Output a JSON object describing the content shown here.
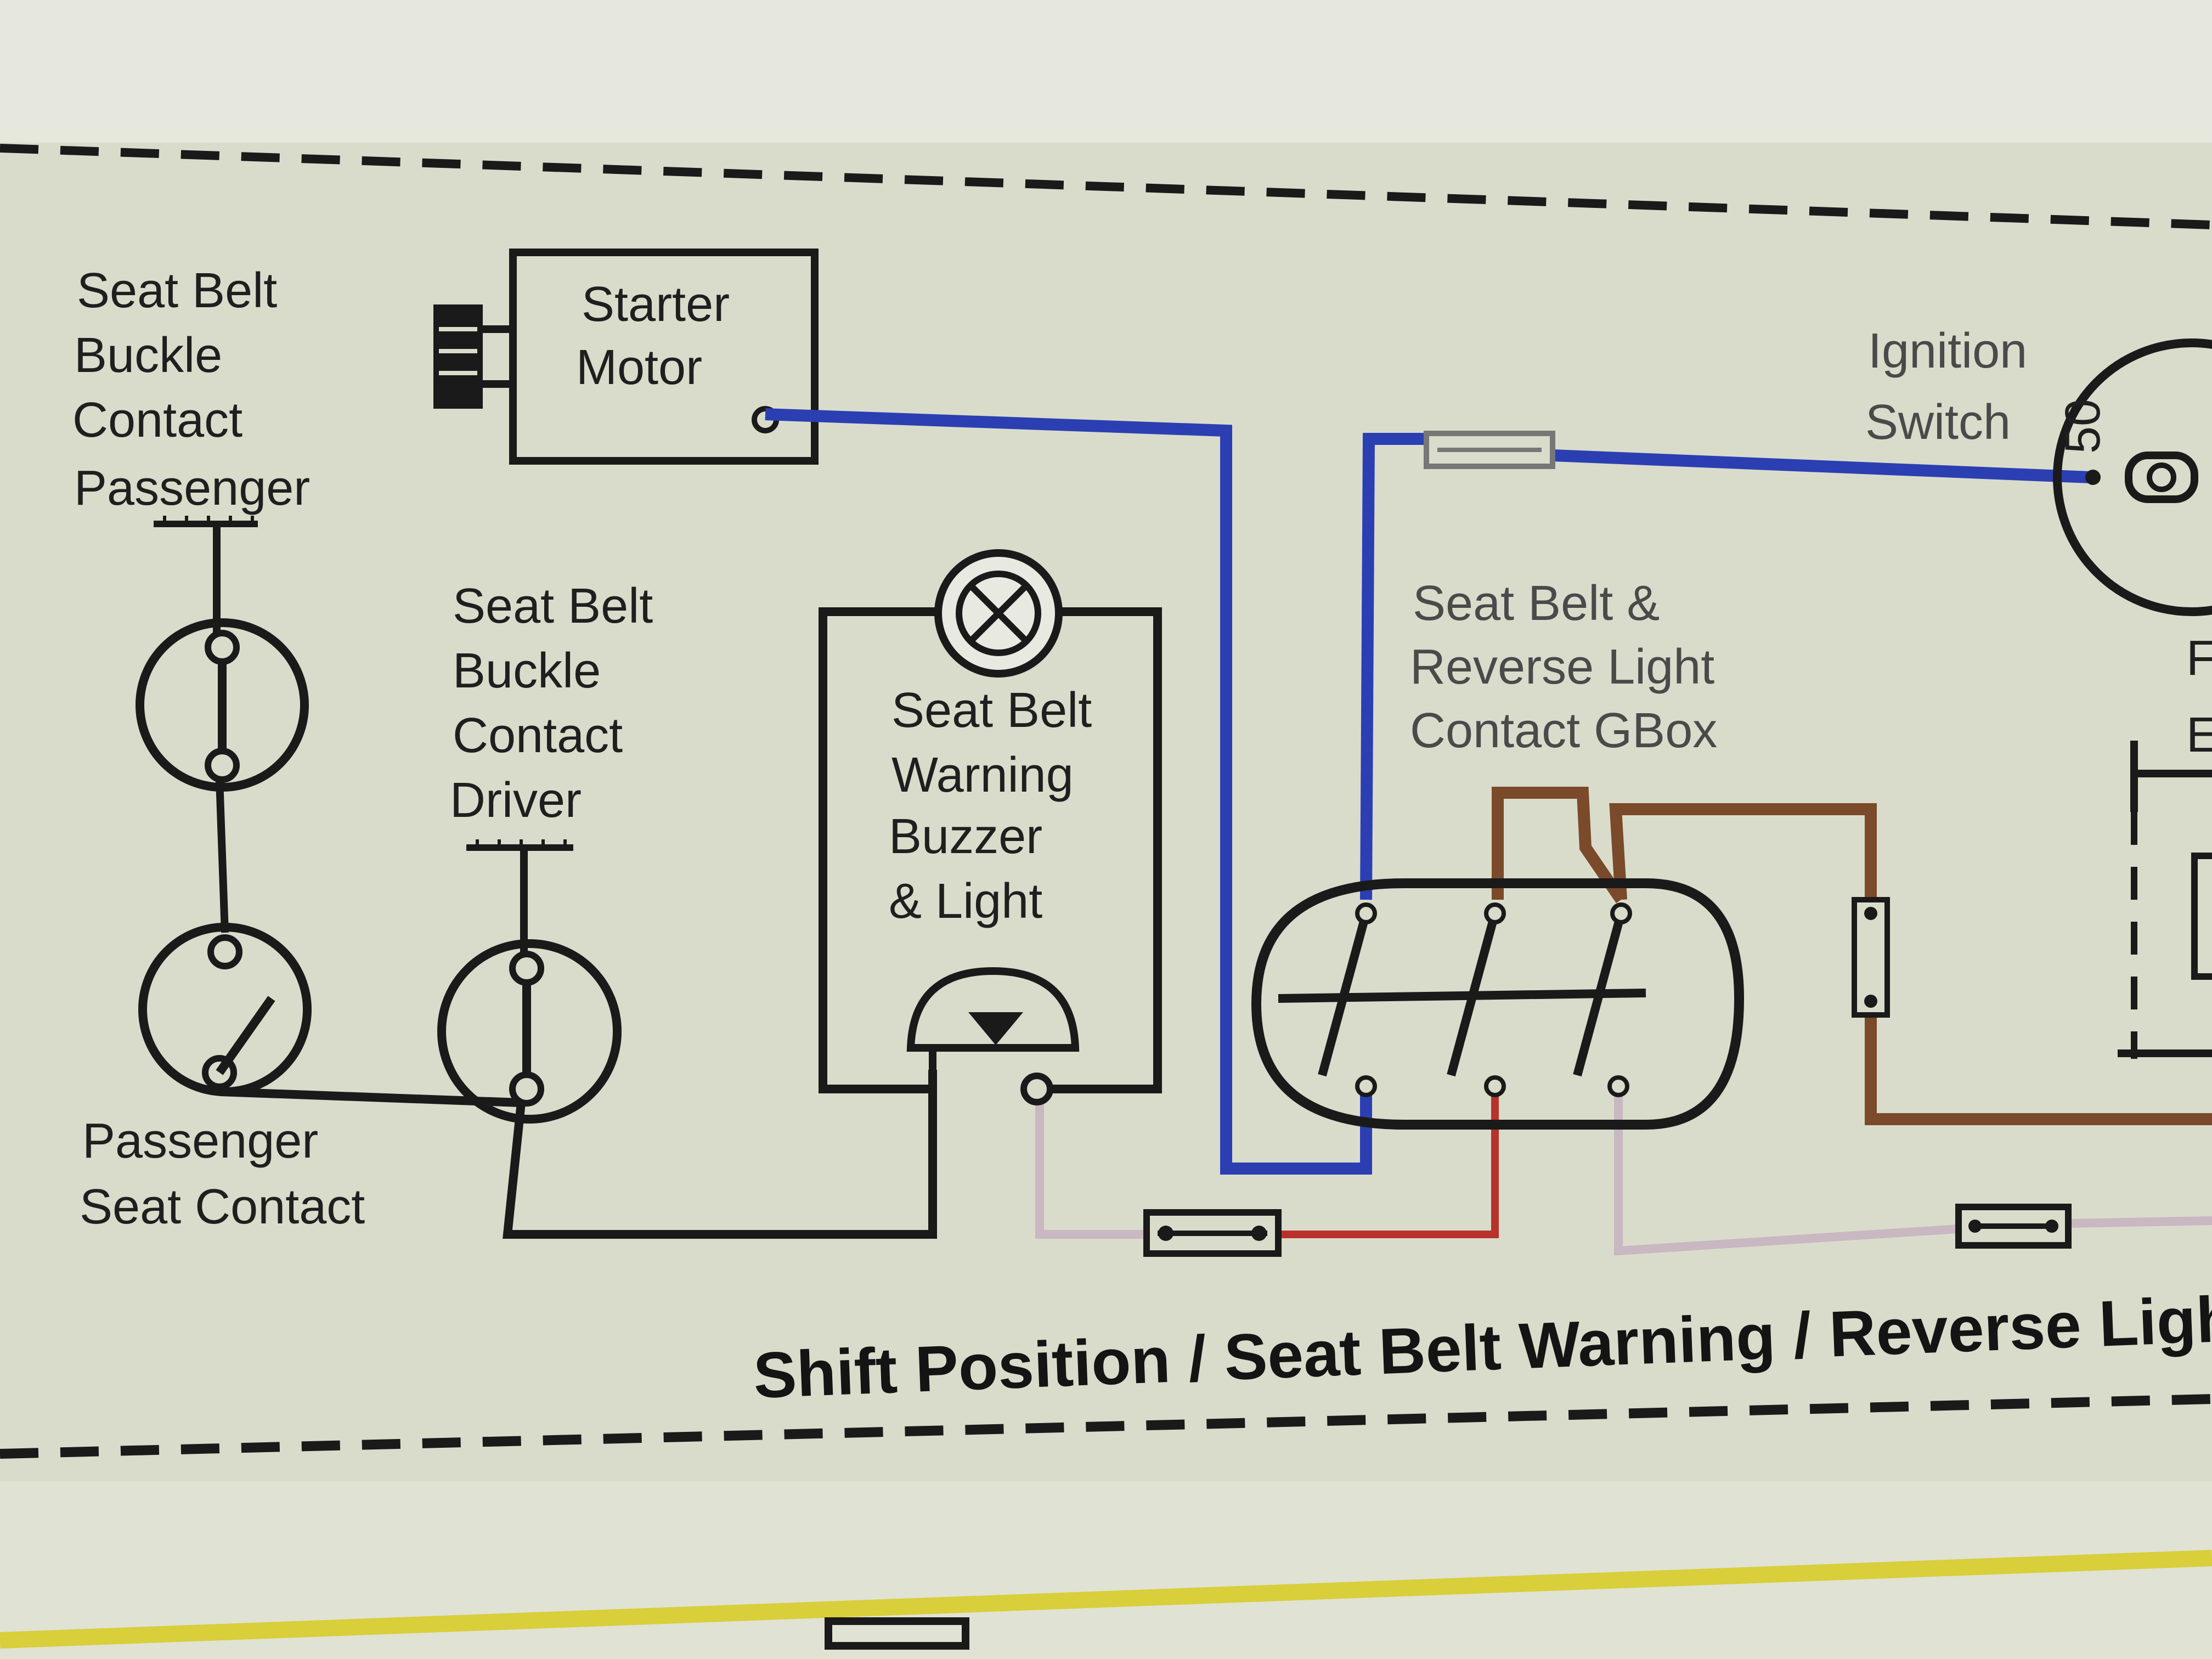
{
  "labels": {
    "passenger_buckle": [
      "Seat Belt",
      "Buckle",
      "Contact",
      "Passenger"
    ],
    "driver_buckle": [
      "Seat Belt",
      "Buckle",
      "Contact",
      "Driver"
    ],
    "starter_motor": [
      "Starter",
      "Motor"
    ],
    "buzzer": [
      "Seat Belt",
      "Warning",
      "Buzzer",
      "& Light"
    ],
    "ignition": [
      "Ignition",
      "Switch"
    ],
    "gbox_contact": [
      "Seat Belt &",
      "Reverse Light",
      "Contact GBox"
    ],
    "passenger_seat": [
      "Passenger",
      "Seat Contact"
    ],
    "ignition_terminal": "50",
    "edge_letters": [
      "F",
      "E"
    ]
  },
  "title": "Shift Position / Seat Belt Warning / Reverse Light -",
  "colors": {
    "paper": "#d9dccb",
    "ink": "#1a1a1a",
    "wire_blue": "#2b3fb3",
    "wire_brown": "#7a4a2a",
    "wire_red": "#b8322b",
    "wire_pink": "#c9b7c2",
    "wire_black": "#1a1a1a",
    "highlight_yellow": "#d8cf3a"
  },
  "icons": [
    "lamp-cross-icon",
    "buzzer-icon",
    "ignition-key-icon",
    "solenoid-icon"
  ]
}
